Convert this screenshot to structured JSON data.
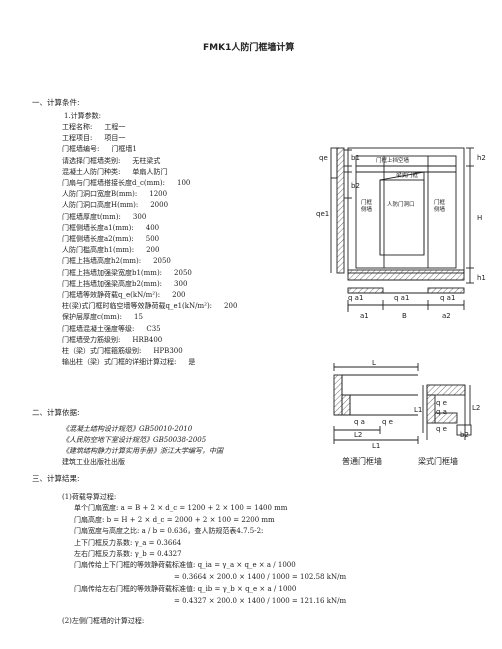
{
  "doc": {
    "title": "FMK1人防门框墙计算",
    "section1": "一、计算条件:",
    "sub1": "1.计算参数:",
    "params": [
      {
        "label": "工程名称:",
        "value": "工程一"
      },
      {
        "label": "工程项目:",
        "value": "项目一"
      },
      {
        "label": "门框墙编号:",
        "value": "门框墙1"
      },
      {
        "label": "请选择门框墙类别:",
        "value": "无柱梁式"
      },
      {
        "label": "混凝土人防门种类:",
        "value": "单扇人防门"
      },
      {
        "label": "门扇与门框墙搭接长度d_c(mm):",
        "value": "100"
      },
      {
        "label": "人防门洞口宽度B(mm):",
        "value": "1200"
      },
      {
        "label": "人防门洞口高度H(mm):",
        "value": "2000"
      },
      {
        "label": "门框墙厚度t(mm):",
        "value": "300"
      },
      {
        "label": "门框侧墙长度a1(mm):",
        "value": "400"
      },
      {
        "label": "门框侧墙长度a2(mm):",
        "value": "500"
      },
      {
        "label": "人防门槛高度h1(mm):",
        "value": "200"
      },
      {
        "label": "门框上挡墙高度h2(mm):",
        "value": "2050"
      },
      {
        "label": "门框上挡墙加强梁宽度b1(mm):",
        "value": "2050"
      },
      {
        "label": "门框上挡墙加强梁高度b2(mm):",
        "value": "300"
      },
      {
        "label": "门框墙等效静荷载q_e(kN/m²):",
        "value": "200"
      },
      {
        "label": "柱(梁)式门框时临空墙等效静荷载q_e1(kN/m²):",
        "value": "200"
      },
      {
        "label": "保护层厚度c(mm):",
        "value": "15"
      },
      {
        "label": "门框墙混凝土强度等级:",
        "value": "C35"
      },
      {
        "label": "门框墙受力筋级别:",
        "value": "HRB400"
      },
      {
        "label": "柱（梁）式门框箍筋级别:",
        "value": "HPB300"
      },
      {
        "label": "输出柱（梁）式门框的详细计算过程:",
        "value": "是"
      }
    ],
    "section2": "二、计算依据:",
    "refs": [
      "《混凝土结构设计规范》GB50010-2010",
      "《人民防空地下室设计规范》GB50038-2005",
      "《建筑结构静力计算实用手册》浙江大学编写，中国",
      "建筑工业出版社出版"
    ],
    "section3": "三、计算结果:",
    "results": [
      "(1)荷载导算过程:",
      "单个门扇宽度: a = B + 2 × d_c = 1200 + 2 × 100 = 1400 mm",
      "门扇高度: b = H + 2 × d_c = 2000 + 2 × 100 = 2200 mm",
      "门扇宽度与高度之比:  a / b = 0.636，查人防规范表4.7.5-2:",
      "上下门框反力系数:    γ_a = 0.3664",
      "左右门框反力系数:    γ_b = 0.4327",
      "门扇传给上下门框的等效静荷载标准值: q_ia = γ_a × q_e × a / 1000",
      "= 0.3664 × 200.0 × 1400 / 1000 = 102.58 kN/m",
      "门扇传给左右门框的等效静荷载标准值: q_ib = γ_b × q_e × a / 1000",
      "= 0.4327 × 200.0 × 1400 / 1000 = 121.16 kN/m",
      "(2)左侧门框墙的计算过程:"
    ]
  },
  "diagram": {
    "labels": {
      "top_wall": "门框上挡空墙",
      "beam": "梁式门框",
      "opening": "人防门洞口",
      "left_wall": "门框侧墙",
      "right_wall": "门框侧墙",
      "qe": "qe",
      "qe1": "qe1",
      "qe_alt": "q e",
      "qa1": "q a1",
      "qa1b": "q a1",
      "qa2": "q a1",
      "b1": "b1",
      "b2": "b2",
      "h1": "h1",
      "h2": "h2",
      "H": "H",
      "a1": "a1",
      "B": "B",
      "a2": "a2",
      "L": "L",
      "L1": "L1",
      "L2": "L2",
      "qa": "q a",
      "qe2": "q e",
      "qe3": "q e",
      "qa3": "q a",
      "qe4": "q e",
      "L1v": "L1",
      "L2v": "L2",
      "b2v": "b2",
      "caption_left": "普通门框墙",
      "caption_right": "梁式门框墙"
    }
  }
}
